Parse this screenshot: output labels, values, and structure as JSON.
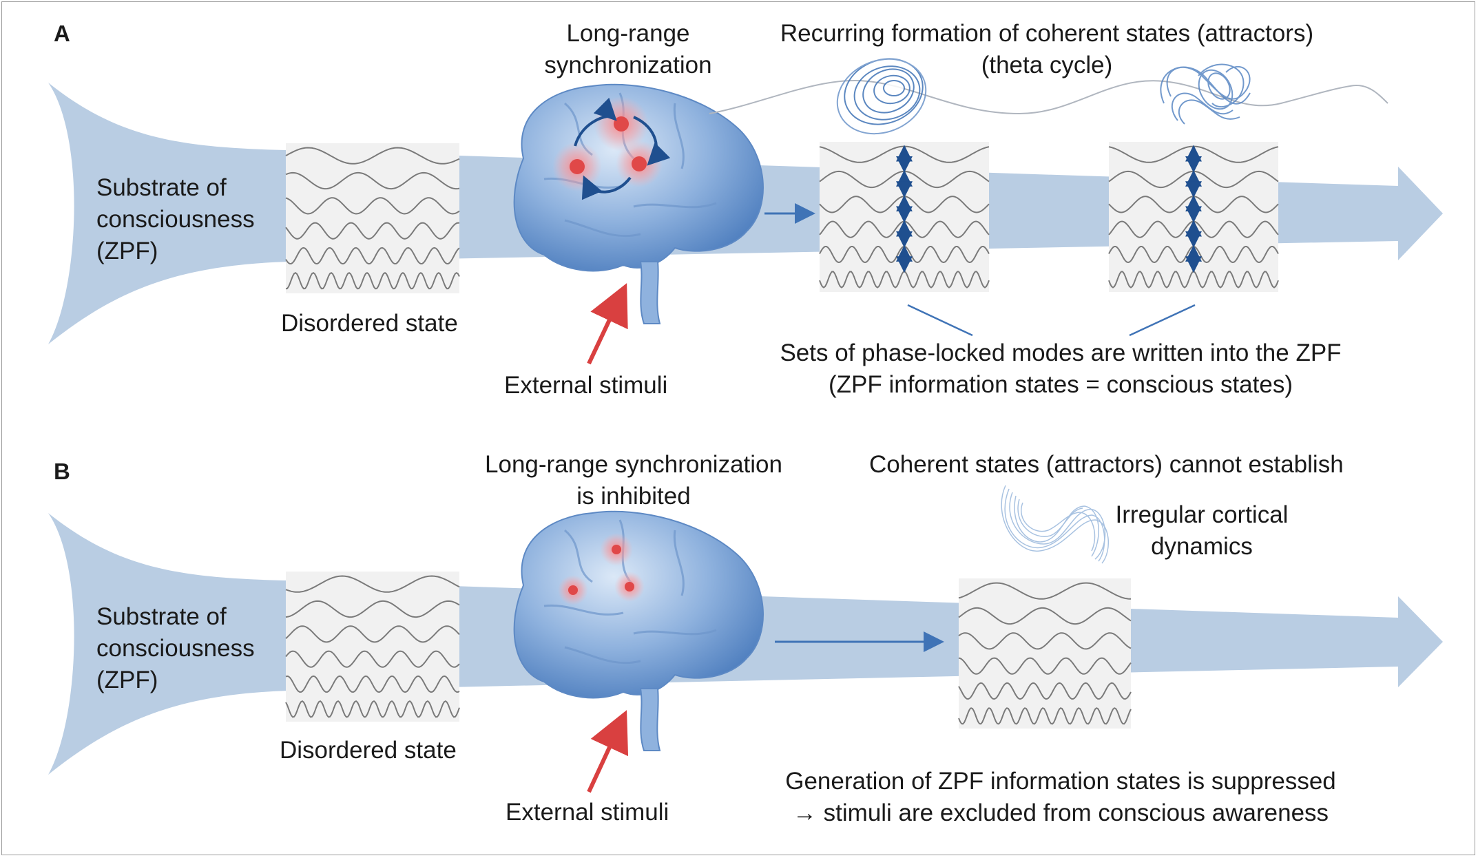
{
  "panels": [
    {
      "label": "A",
      "substrate": [
        "Substrate of",
        "consciousness",
        "(ZPF)"
      ],
      "disordered": "Disordered state",
      "sync": [
        "Long-range",
        "synchronization"
      ],
      "stimuli": "External stimuli",
      "attractors": [
        "Recurring formation of coherent states (attractors)",
        "(theta cycle)"
      ],
      "written": [
        "Sets of phase-locked modes are written into the ZPF",
        "(ZPF information states = conscious states)"
      ]
    },
    {
      "label": "B",
      "substrate": [
        "Substrate of",
        "consciousness",
        "(ZPF)"
      ],
      "disordered": "Disordered state",
      "sync": [
        "Long-range synchronization",
        "is inhibited"
      ],
      "stimuli": "External stimuli",
      "coherent": "Coherent states (attractors) cannot establish",
      "irregular": [
        "Irregular cortical",
        "dynamics"
      ],
      "suppressed": [
        "Generation of ZPF information states is suppressed",
        "→ stimuli are excluded from conscious awareness"
      ]
    }
  ],
  "colors": {
    "flow": "#b9cde3",
    "brain": "#7ea6d8",
    "accent_red": "#d94040",
    "arrow_blue": "#3f73b6",
    "lock_blue": "#1f4f8f",
    "wave": "#7a7a7a"
  }
}
